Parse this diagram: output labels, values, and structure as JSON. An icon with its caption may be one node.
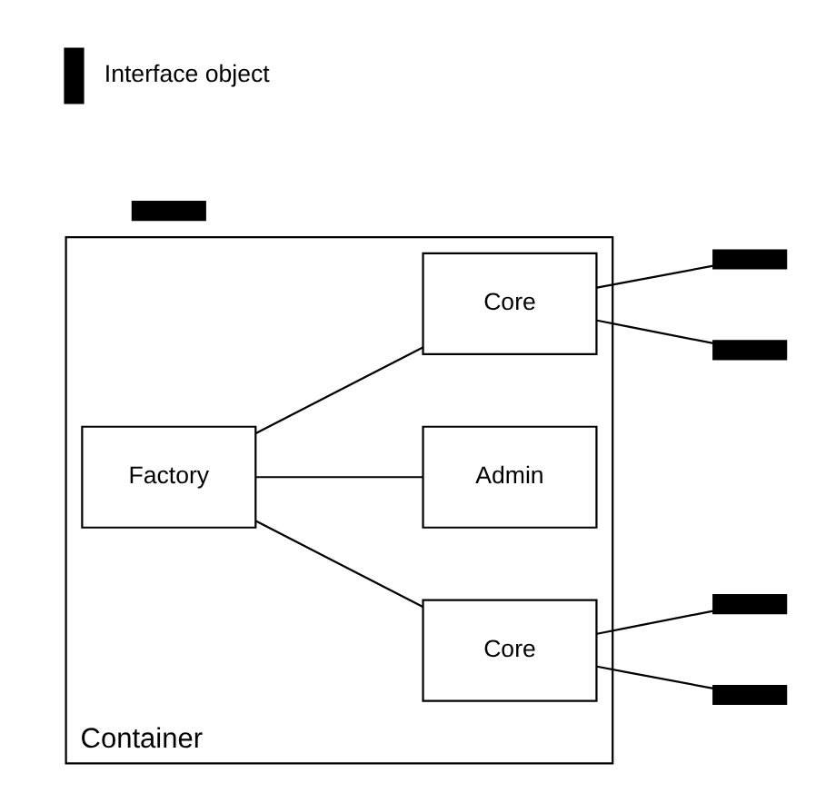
{
  "diagram": {
    "nodes": [
      {
        "text": [
          "Container"
        ]
      },
      {
        "text": [
          "Factory"
        ],
        "in": 0
      },
      {
        "text": [
          "Core"
        ],
        "in": 0
      },
      {
        "text": [
          "Admin"
        ],
        "in": 0
      },
      {
        "text": [
          "Core"
        ],
        "in": 0
      },
      {
        "text": [],
        "shape": "bar"
      },
      {
        "text": [],
        "shape": "bar"
      },
      {
        "text": [],
        "shape": "bar"
      },
      {
        "text": [],
        "shape": "bar"
      },
      {
        "text": [],
        "shape": "bar"
      }
    ],
    "edges": [
      {
        "from": 1,
        "to": 2,
        "arrow": "none"
      },
      {
        "from": 1,
        "to": 3,
        "arrow": "none"
      },
      {
        "from": 1,
        "to": 4,
        "arrow": "none"
      },
      {
        "from": 2,
        "to": 5,
        "arrow": "none"
      },
      {
        "from": 2,
        "to": 7,
        "arrow": "none"
      },
      {
        "from": 4,
        "to": 8,
        "arrow": "none"
      },
      {
        "from": 4,
        "to": 9,
        "arrow": "none"
      }
    ],
    "legend": [
      {
        "text": "Interface object",
        "color": "#000000"
      }
    ]
  }
}
